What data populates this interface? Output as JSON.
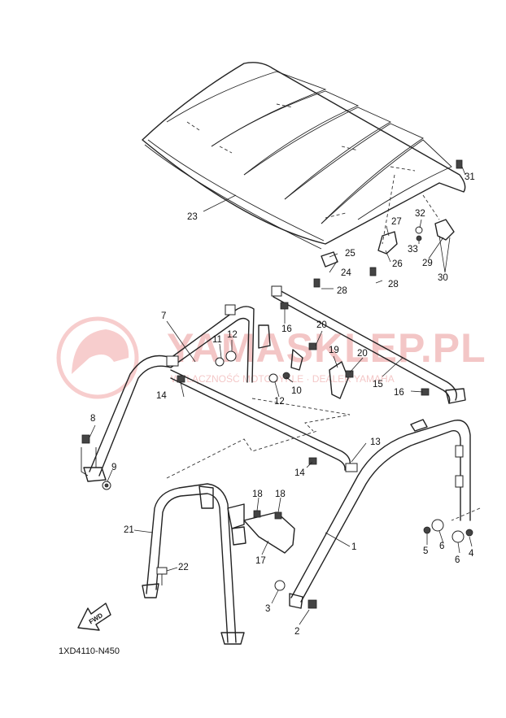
{
  "diagram": {
    "code": "1XD4110-N450",
    "fwd_label": "FWD",
    "watermark": {
      "main": "YAMASKLEP.PL",
      "sub": "WYŁĄCZNOŚĆ MOTOCYKLE · DEALER YAMAHA"
    },
    "callouts": [
      {
        "id": "c1",
        "label": "1"
      },
      {
        "id": "c2",
        "label": "2"
      },
      {
        "id": "c3",
        "label": "3"
      },
      {
        "id": "c4",
        "label": "4"
      },
      {
        "id": "c5",
        "label": "5"
      },
      {
        "id": "c6a",
        "label": "6"
      },
      {
        "id": "c6b",
        "label": "6"
      },
      {
        "id": "c7",
        "label": "7"
      },
      {
        "id": "c8",
        "label": "8"
      },
      {
        "id": "c9",
        "label": "9"
      },
      {
        "id": "c10",
        "label": "10"
      },
      {
        "id": "c11",
        "label": "11"
      },
      {
        "id": "c12a",
        "label": "12"
      },
      {
        "id": "c12b",
        "label": "12"
      },
      {
        "id": "c13",
        "label": "13"
      },
      {
        "id": "c14a",
        "label": "14"
      },
      {
        "id": "c14b",
        "label": "14"
      },
      {
        "id": "c15",
        "label": "15"
      },
      {
        "id": "c16a",
        "label": "16"
      },
      {
        "id": "c16b",
        "label": "16"
      },
      {
        "id": "c17",
        "label": "17"
      },
      {
        "id": "c18a",
        "label": "18"
      },
      {
        "id": "c18b",
        "label": "18"
      },
      {
        "id": "c19",
        "label": "19"
      },
      {
        "id": "c20a",
        "label": "20"
      },
      {
        "id": "c20b",
        "label": "20"
      },
      {
        "id": "c21",
        "label": "21"
      },
      {
        "id": "c22",
        "label": "22"
      },
      {
        "id": "c23",
        "label": "23"
      },
      {
        "id": "c24",
        "label": "24"
      },
      {
        "id": "c25",
        "label": "25"
      },
      {
        "id": "c26",
        "label": "26"
      },
      {
        "id": "c27",
        "label": "27"
      },
      {
        "id": "c28a",
        "label": "28"
      },
      {
        "id": "c28b",
        "label": "28"
      },
      {
        "id": "c29",
        "label": "29"
      },
      {
        "id": "c30",
        "label": "30"
      },
      {
        "id": "c31",
        "label": "31"
      },
      {
        "id": "c32",
        "label": "32"
      },
      {
        "id": "c33",
        "label": "33"
      }
    ]
  }
}
